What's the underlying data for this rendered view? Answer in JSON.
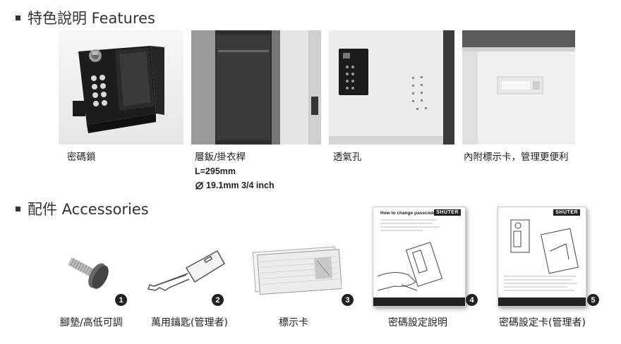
{
  "features": {
    "title": "特色說明 Features",
    "items": [
      {
        "caption": "密碼鎖"
      },
      {
        "caption": "層鈑/掛衣桿",
        "specs": [
          "L=295mm",
          "19.1mm 3/4 inch"
        ]
      },
      {
        "caption": "透氣孔"
      },
      {
        "caption": "內附標示卡，管理更便利"
      }
    ]
  },
  "accessories": {
    "title": "配件 Accessories",
    "items": [
      {
        "number": "1",
        "caption": "腳墊/高低可調"
      },
      {
        "number": "2",
        "caption": "萬用鑰匙(管理者)"
      },
      {
        "number": "3",
        "caption": "標示卡"
      },
      {
        "number": "4",
        "caption": "密碼設定說明"
      },
      {
        "number": "5",
        "caption": "密碼設定卡(管理者)"
      }
    ]
  },
  "docs": {
    "manual_heading": "How to change passcode:",
    "brand": "SHUTER"
  }
}
